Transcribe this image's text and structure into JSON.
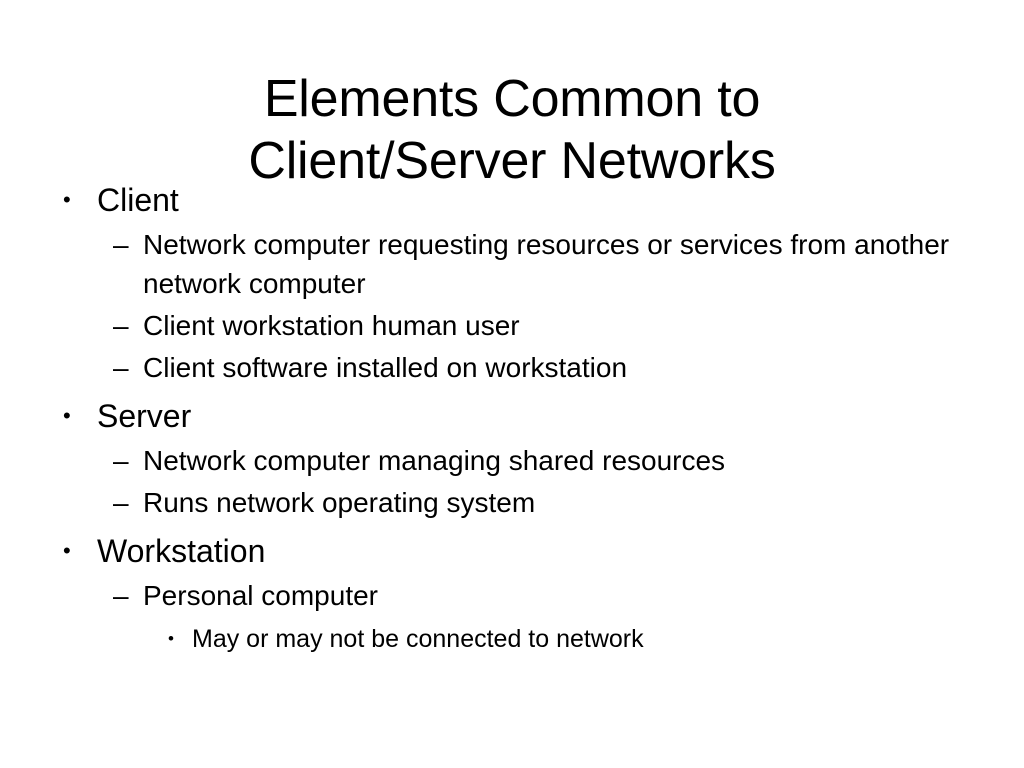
{
  "slide": {
    "background_color": "#ffffff",
    "text_color": "#000000",
    "title": {
      "full": "Elements Common to Client/Server Networks",
      "line1": "Elements Common to",
      "line2": "Client/Server Networks"
    },
    "markers": {
      "level1": "•",
      "level2": "–",
      "level3": "•"
    },
    "outline": [
      {
        "level": 1,
        "text": "Client"
      },
      {
        "level": 2,
        "text": "Network computer requesting resources or services from another network computer"
      },
      {
        "level": 2,
        "text": "Client workstation human user"
      },
      {
        "level": 2,
        "text": "Client software installed on workstation"
      },
      {
        "level": 1,
        "text": "Server"
      },
      {
        "level": 2,
        "text": "Network computer managing shared resources"
      },
      {
        "level": 2,
        "text": "Runs network operating system"
      },
      {
        "level": 1,
        "text": "Workstation"
      },
      {
        "level": 2,
        "text": "Personal computer"
      },
      {
        "level": 3,
        "text": "May or may not be connected to network"
      }
    ]
  }
}
